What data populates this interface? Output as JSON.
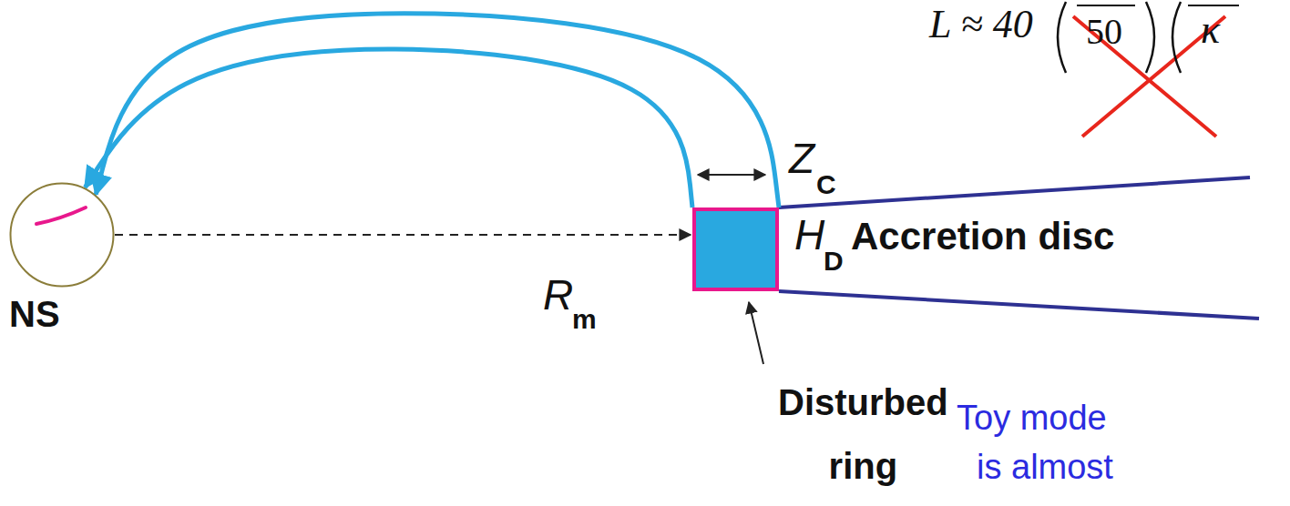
{
  "diagram": {
    "nodes": [
      {
        "text": [
          "NS"
        ]
      },
      {
        "text": [
          "Disturbed ring"
        ]
      }
    ],
    "edges": [
      {
        "from": 1,
        "to": 0,
        "arrow": "to"
      },
      {
        "from": 1,
        "to": 0,
        "arrow": "to"
      },
      {
        "from": 0,
        "to": 1,
        "arrow": "to"
      }
    ],
    "labels": [
      "L ≈ 40",
      "50",
      "κ",
      "Z",
      "C",
      "H",
      "D",
      "Accretion disc",
      "R",
      "m",
      "Toy mode",
      "is almost"
    ]
  }
}
